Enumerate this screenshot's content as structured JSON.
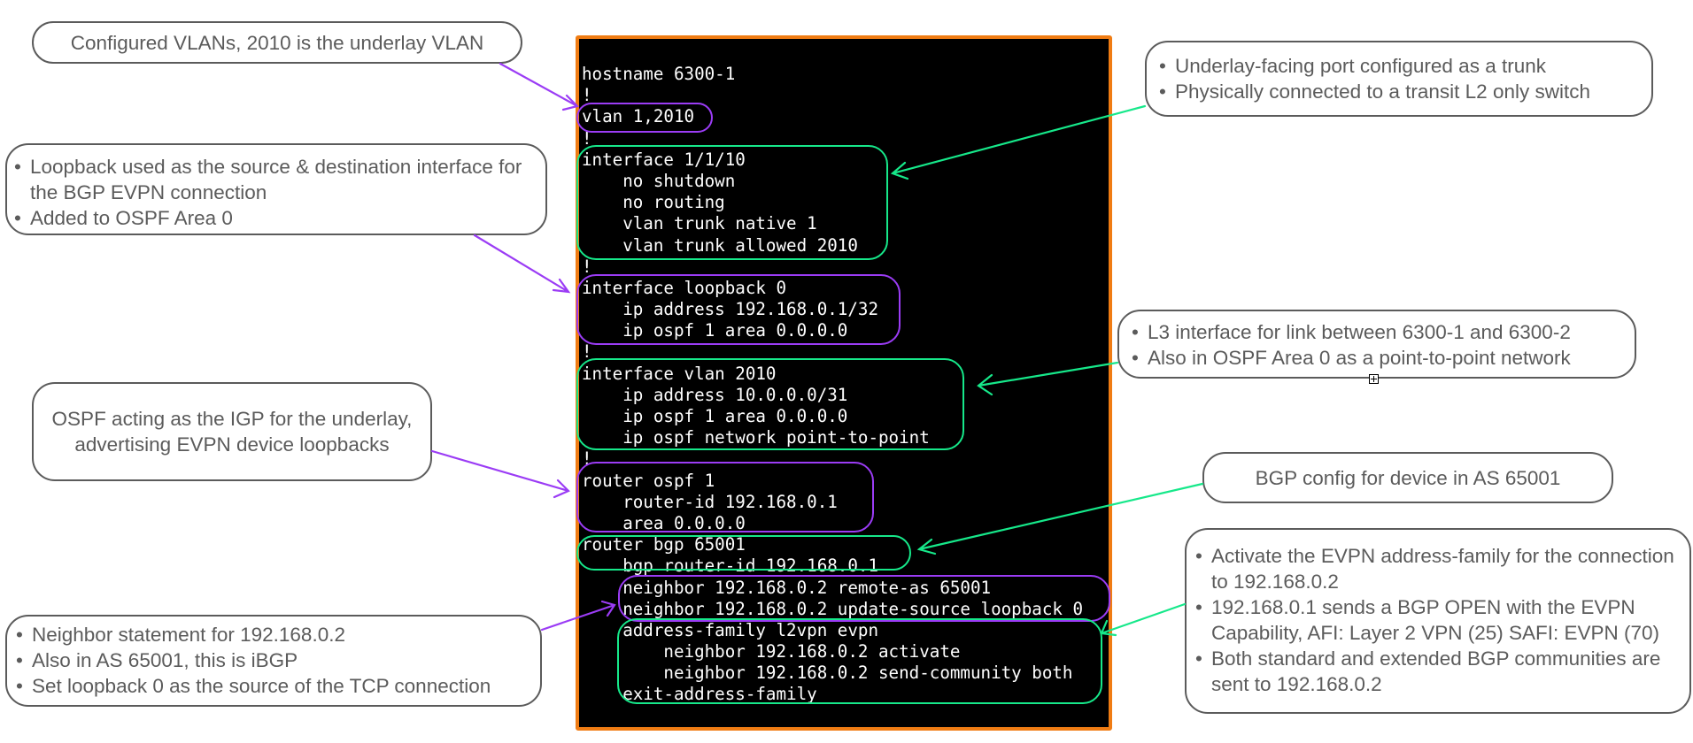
{
  "colors": {
    "terminal_border": "#f07c13",
    "terminal_bg": "#000000",
    "purple": "#9b3cf5",
    "green": "#16e88a",
    "note_text": "#5b5b5b"
  },
  "config_lines": [
    "hostname 6300-1",
    "!",
    "vlan 1,2010",
    "!",
    "interface 1/1/10",
    "    no shutdown",
    "    no routing",
    "    vlan trunk native 1",
    "    vlan trunk allowed 2010",
    "!",
    "interface loopback 0",
    "    ip address 192.168.0.1/32",
    "    ip ospf 1 area 0.0.0.0",
    "!",
    "interface vlan 2010",
    "    ip address 10.0.0.0/31",
    "    ip ospf 1 area 0.0.0.0",
    "    ip ospf network point-to-point",
    "!",
    "router ospf 1",
    "    router-id 192.168.0.1",
    "    area 0.0.0.0",
    "router bgp 65001",
    "    bgp router-id 192.168.0.1",
    "    neighbor 192.168.0.2 remote-as 65001",
    "    neighbor 192.168.0.2 update-source loopback 0",
    "    address-family l2vpn evpn",
    "        neighbor 192.168.0.2 activate",
    "        neighbor 192.168.0.2 send-community both",
    "    exit-address-family"
  ],
  "annotations": {
    "vlans": {
      "text": "Configured VLANs, 2010 is the underlay VLAN"
    },
    "loopback": {
      "items": [
        "Loopback used as the source & destination interface for the BGP EVPN connection",
        "Added to OSPF Area 0"
      ]
    },
    "ospf": {
      "text": "OSPF acting as the IGP for the underlay, advertising EVPN device loopbacks"
    },
    "neighbor": {
      "items": [
        "Neighbor statement for 192.168.0.2",
        "Also in AS 65001, this is iBGP",
        "Set loopback 0 as the source of the TCP connection"
      ]
    },
    "trunk_port": {
      "items": [
        "Underlay-facing port configured as a trunk",
        "Physically connected to a transit L2 only switch"
      ]
    },
    "l3_interface": {
      "items": [
        "L3 interface for link between 6300-1 and 6300-2",
        "Also in OSPF Area 0 as a point-to-point network"
      ]
    },
    "bgp": {
      "text": "BGP config for device in AS 65001"
    },
    "evpn_af": {
      "items": [
        "Activate the EVPN address-family for the connection to 192.168.0.2",
        "192.168.0.1 sends a BGP OPEN with the EVPN Capability, AFI: Layer 2 VPN (25) SAFI: EVPN (70)",
        "Both standard and extended BGP communities are sent to 192.168.0.2"
      ]
    }
  }
}
